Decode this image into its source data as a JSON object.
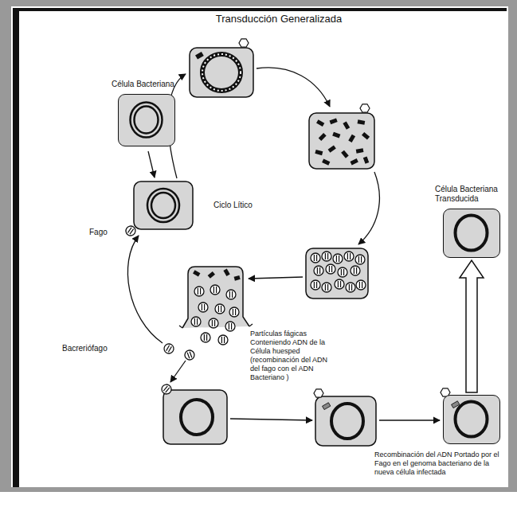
{
  "diagram": {
    "title": "Transducción Generalizada",
    "nodes": [
      {
        "text": [
          "Célula Bacteriana"
        ]
      },
      {
        "text": [
          "Célula Bacteriana Transducida"
        ]
      },
      {
        "text": [
          "Recombinación del ADN Portado por el Fago en el genoma bacteriano de la nueva célula infectada"
        ]
      }
    ],
    "edges": [
      {
        "from": 2,
        "to": 1,
        "arrow": "to"
      }
    ],
    "labels": [
      "Fago",
      "Ciclo Lítico",
      "Bacreriófago",
      "Partículas fágicas Conteniendo ADN de la Célula huesped (recombinación del ADN del fago con el ADN Bacteriano )"
    ]
  }
}
